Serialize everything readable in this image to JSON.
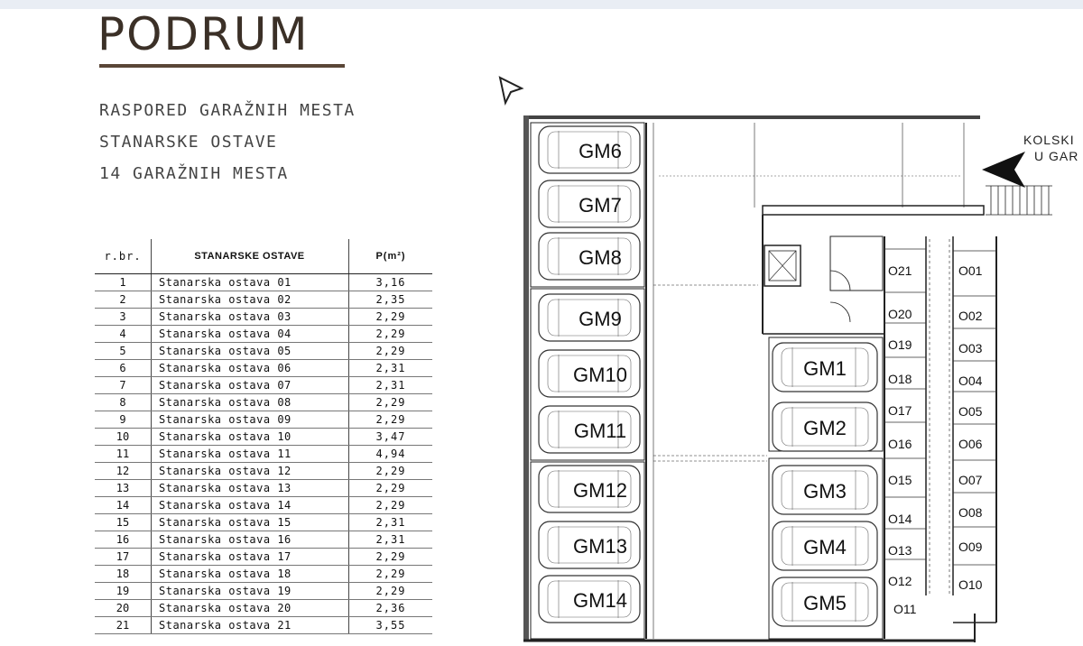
{
  "title": "PODRUM",
  "subtitle_lines": [
    "RASPORED GARAŽNIH MESTA",
    "STANARSKE OSTAVE",
    "14 GARAŽNIH MESTA"
  ],
  "table": {
    "headers": {
      "num": "r.br.",
      "name": "STANARSKE OSTAVE",
      "area": "P(m²)"
    },
    "rows": [
      {
        "num": "1",
        "name": "Stanarska ostava 01",
        "area": "3,16"
      },
      {
        "num": "2",
        "name": "Stanarska ostava 02",
        "area": "2,35"
      },
      {
        "num": "3",
        "name": "Stanarska ostava 03",
        "area": "2,29"
      },
      {
        "num": "4",
        "name": "Stanarska ostava 04",
        "area": "2,29"
      },
      {
        "num": "5",
        "name": "Stanarska ostava 05",
        "area": "2,29"
      },
      {
        "num": "6",
        "name": "Stanarska ostava 06",
        "area": "2,31"
      },
      {
        "num": "7",
        "name": "Stanarska ostava 07",
        "area": "2,31"
      },
      {
        "num": "8",
        "name": "Stanarska ostava 08",
        "area": "2,29"
      },
      {
        "num": "9",
        "name": "Stanarska ostava 09",
        "area": "2,29"
      },
      {
        "num": "10",
        "name": "Stanarska ostava 10",
        "area": "3,47"
      },
      {
        "num": "11",
        "name": "Stanarska ostava 11",
        "area": "4,94"
      },
      {
        "num": "12",
        "name": "Stanarska ostava 12",
        "area": "2,29"
      },
      {
        "num": "13",
        "name": "Stanarska ostava 13",
        "area": "2,29"
      },
      {
        "num": "14",
        "name": "Stanarska ostava 14",
        "area": "2,29"
      },
      {
        "num": "15",
        "name": "Stanarska ostava 15",
        "area": "2,31"
      },
      {
        "num": "16",
        "name": "Stanarska ostava 16",
        "area": "2,31"
      },
      {
        "num": "17",
        "name": "Stanarska ostava 17",
        "area": "2,29"
      },
      {
        "num": "18",
        "name": "Stanarska ostava 18",
        "area": "2,29"
      },
      {
        "num": "19",
        "name": "Stanarska ostava 19",
        "area": "2,29"
      },
      {
        "num": "20",
        "name": "Stanarska ostava 20",
        "area": "2,36"
      },
      {
        "num": "21",
        "name": "Stanarska ostava 21",
        "area": "3,55"
      }
    ]
  },
  "plan": {
    "entrance_text": [
      "KOLSKI",
      "U GAR"
    ],
    "garage_left": [
      "GM6",
      "GM7",
      "GM8",
      "GM9",
      "GM10",
      "GM11",
      "GM12",
      "GM13",
      "GM14"
    ],
    "garage_right": [
      "GM1",
      "GM2",
      "GM3",
      "GM4",
      "GM5"
    ],
    "storage_col_a": [
      "O21",
      "O20",
      "O19",
      "O18",
      "O17",
      "O16",
      "O15",
      "O14",
      "O13",
      "O12"
    ],
    "storage_col_b": [
      "O01",
      "O02",
      "O03",
      "O04",
      "O05",
      "O06",
      "O07",
      "O08",
      "O09",
      "O10"
    ],
    "storage_bottom": "O11"
  }
}
